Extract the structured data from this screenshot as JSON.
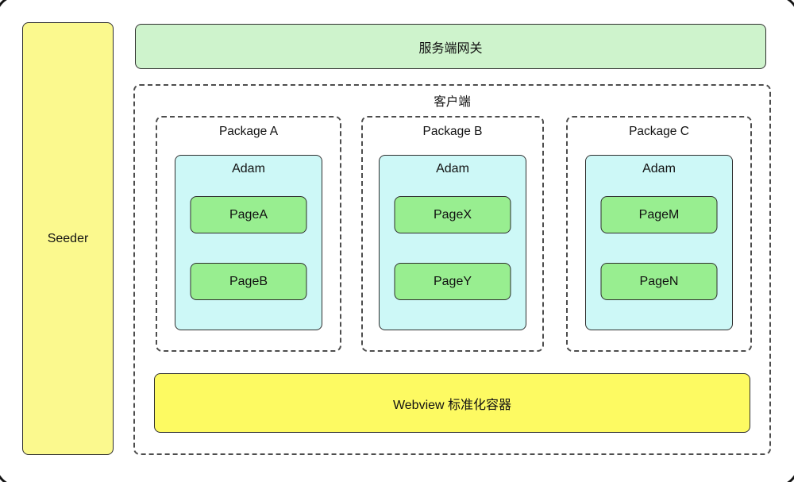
{
  "colors": {
    "seeder_fill": "#FBF98E",
    "gateway_fill": "#CEF3CC",
    "adam_fill": "#CDF8F7",
    "page_fill": "#98EE90",
    "webview_fill": "#FDFA62",
    "solid_border": "#2e2e2e",
    "dashed_border": "#4d4d4d"
  },
  "seeder": {
    "label": "Seeder"
  },
  "gateway": {
    "label": "服务端网关"
  },
  "client": {
    "label": "客户端",
    "packages": [
      {
        "label": "Package A",
        "container": {
          "label": "Adam",
          "pages": [
            {
              "label": "PageA"
            },
            {
              "label": "PageB"
            }
          ]
        }
      },
      {
        "label": "Package B",
        "container": {
          "label": "Adam",
          "pages": [
            {
              "label": "PageX"
            },
            {
              "label": "PageY"
            }
          ]
        }
      },
      {
        "label": "Package C",
        "container": {
          "label": "Adam",
          "pages": [
            {
              "label": "PageM"
            },
            {
              "label": "PageN"
            }
          ]
        }
      }
    ],
    "webview": {
      "label": "Webview 标准化容器"
    }
  }
}
